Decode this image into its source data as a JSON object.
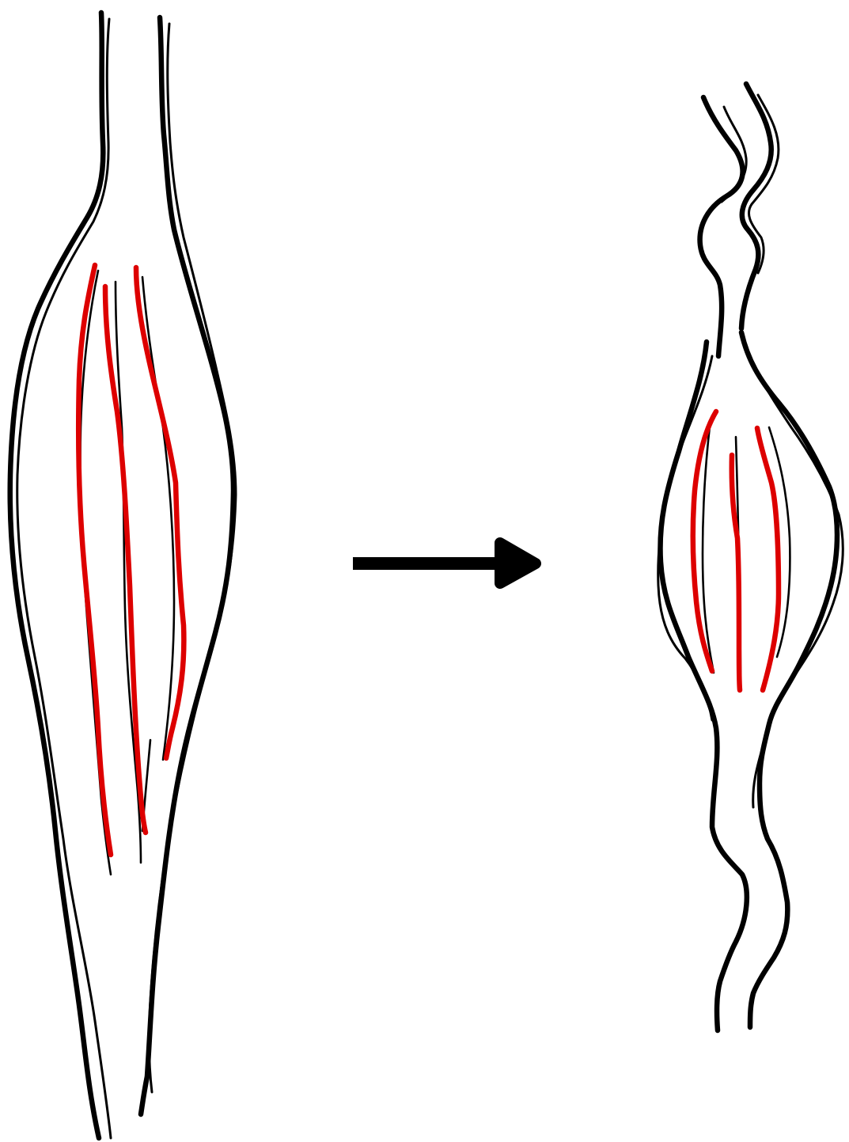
{
  "diagram": {
    "panels": [
      {
        "id": "relaxed-muscle",
        "state": "relaxed"
      },
      {
        "id": "contracted-muscle",
        "state": "contracted"
      }
    ],
    "arrow": {
      "direction": "right",
      "meaning": "transition"
    },
    "colors": {
      "outline": "#000000",
      "fiber": "#dd0000",
      "background": "#ffffff"
    },
    "icons": [
      "right-arrow-icon"
    ]
  }
}
